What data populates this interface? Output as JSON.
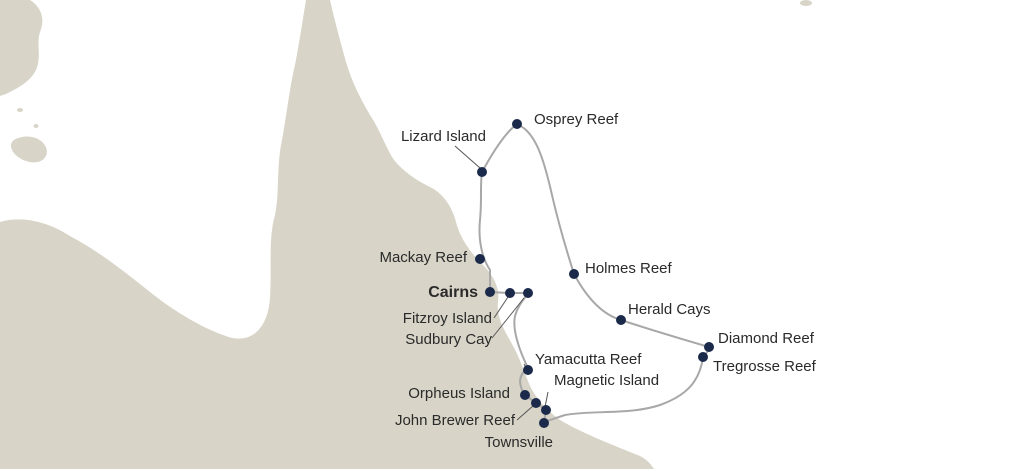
{
  "map": {
    "colors": {
      "water": "#ffffff",
      "land": "#d8d5c8",
      "route": "#a8a8a8",
      "stop": "#1b2a4a",
      "text": "#2a2a2a"
    },
    "stops": [
      {
        "id": "osprey",
        "label": "Osprey Reef"
      },
      {
        "id": "lizard",
        "label": "Lizard Island"
      },
      {
        "id": "mackay",
        "label": "Mackay Reef"
      },
      {
        "id": "cairns",
        "label": "Cairns",
        "emphasis": true
      },
      {
        "id": "fitzroy",
        "label": "Fitzroy Island"
      },
      {
        "id": "sudbury",
        "label": "Sudbury Cay"
      },
      {
        "id": "holmes",
        "label": "Holmes Reef"
      },
      {
        "id": "herald",
        "label": "Herald Cays"
      },
      {
        "id": "diamond",
        "label": "Diamond Reef"
      },
      {
        "id": "tregrosse",
        "label": "Tregrosse Reef"
      },
      {
        "id": "yamacutta",
        "label": "Yamacutta Reef"
      },
      {
        "id": "magnetic",
        "label": "Magnetic Island"
      },
      {
        "id": "orpheus",
        "label": "Orpheus Island"
      },
      {
        "id": "johnbrewer",
        "label": "John Brewer Reef"
      },
      {
        "id": "townsville",
        "label": "Townsville"
      }
    ]
  }
}
